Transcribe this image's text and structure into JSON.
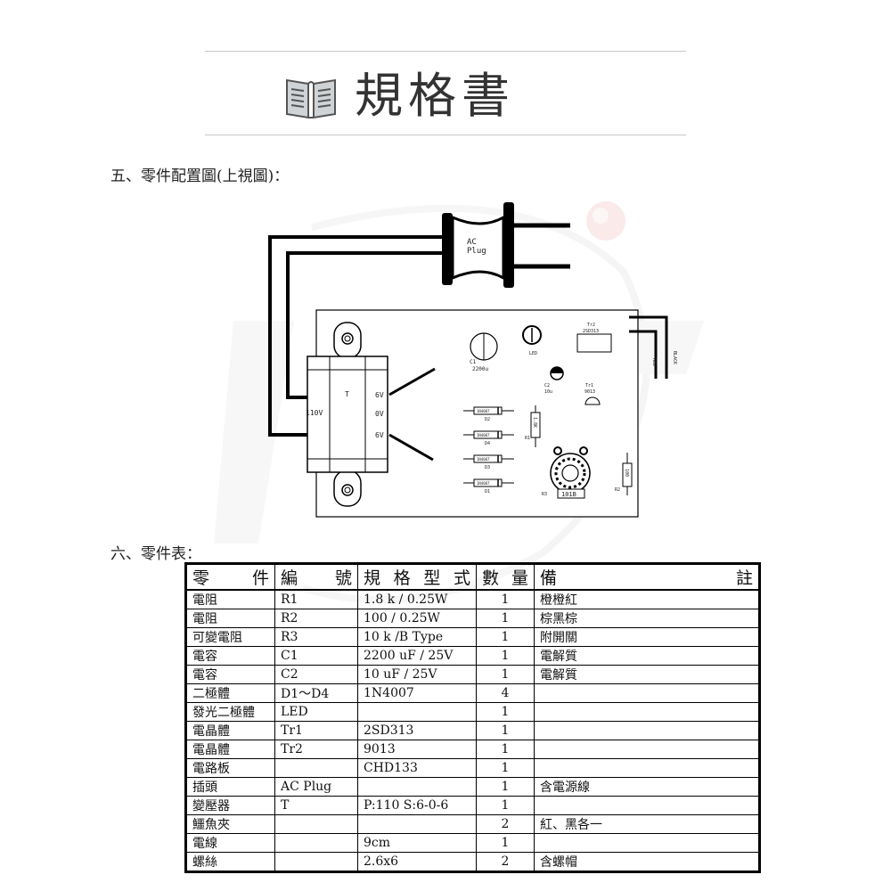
{
  "header": {
    "title": "規格書",
    "icon": "book-icon"
  },
  "sections": {
    "layout_title": "五、零件配置圖(上視圖)：",
    "parts_title": "六、零件表："
  },
  "diagram": {
    "ac_plug": "AC\nPlug",
    "ac_line1": "AC",
    "ac_line2": "Plug",
    "transformer": "T",
    "v_in": "110V",
    "v_6a": "6V",
    "v_0": "0V",
    "v_6b": "6V",
    "c1_name": "C1",
    "c1_value": "2200u",
    "c2_name": "C2",
    "c2_value": "10u",
    "led": "LED",
    "tr2_name": "Tr2",
    "tr2_value": "2SD313",
    "tr1_name": "Tr1",
    "tr1_value": "9013",
    "d2": "D2",
    "d4": "D4",
    "d3": "D3",
    "d1": "D1",
    "diode_body": "1N4007",
    "r1_body": "1.8K",
    "r1_name": "R1",
    "r2_body": "100",
    "r2_name": "R2",
    "r3_name": "R3",
    "r3_body": "101B",
    "red_wire": "RED",
    "black_wire": "BLACK"
  },
  "parts_table": {
    "headers": [
      "零件",
      "編號",
      "規格型式",
      "數量",
      "備註"
    ],
    "rows": [
      [
        "電阻",
        "R1",
        "1.8 k / 0.25W",
        "1",
        "橙橙紅"
      ],
      [
        "電阻",
        "R2",
        "100 / 0.25W",
        "1",
        "棕黑棕"
      ],
      [
        "可變電阻",
        "R3",
        "10 k /B Type",
        "1",
        "附開關"
      ],
      [
        "電容",
        "C1",
        "2200 uF / 25V",
        "1",
        "電解質"
      ],
      [
        "電容",
        "C2",
        "10 uF / 25V",
        "1",
        "電解質"
      ],
      [
        "二極體",
        "D1～D4",
        "1N4007",
        "4",
        ""
      ],
      [
        "發光二極體",
        "LED",
        "",
        "1",
        ""
      ],
      [
        "電晶體",
        "Tr1",
        "2SD313",
        "1",
        ""
      ],
      [
        "電晶體",
        "Tr2",
        "9013",
        "1",
        ""
      ],
      [
        "電路板",
        "",
        "CHD133",
        "1",
        ""
      ],
      [
        "插頭",
        "AC Plug",
        "",
        "1",
        "含電源線"
      ],
      [
        "變壓器",
        "T",
        "P:110    S:6-0-6",
        "1",
        ""
      ],
      [
        "鱷魚夾",
        "",
        "",
        "2",
        "紅、黑各一"
      ],
      [
        "電線",
        "",
        "9cm",
        "1",
        ""
      ],
      [
        "螺絲",
        "",
        "2.6x6",
        "2",
        "含螺帽"
      ]
    ]
  }
}
